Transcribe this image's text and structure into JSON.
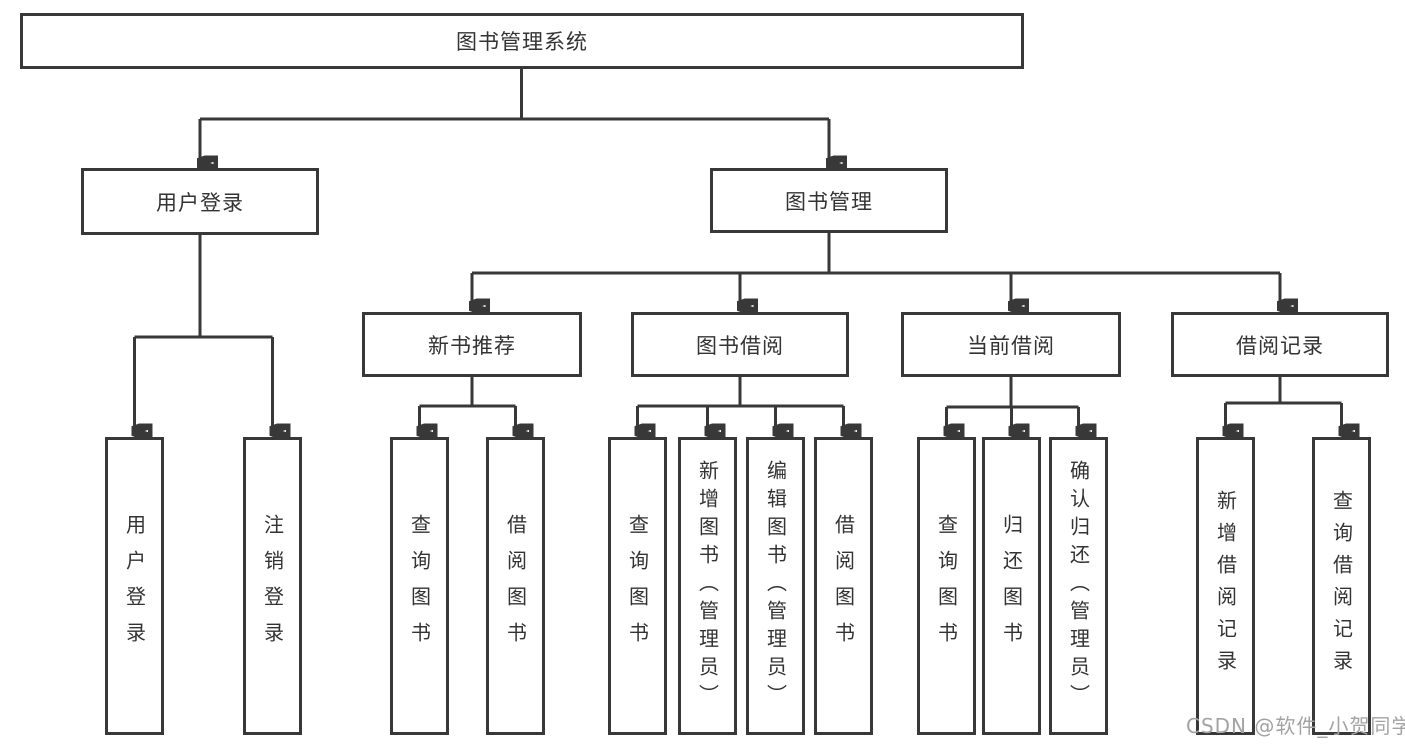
{
  "diagram": {
    "type": "hierarchy",
    "watermark": "CSDN @软件_小贺同学",
    "colors": {
      "background": "#ffffff",
      "box_border": "#383838",
      "line": "#383838",
      "text": "#333333",
      "watermark": "#a3a3a3"
    },
    "tree": {
      "label": "图书管理系统",
      "children": [
        {
          "label": "用户登录",
          "children": [
            {
              "label": "用户登录"
            },
            {
              "label": "注销登录"
            }
          ]
        },
        {
          "label": "图书管理",
          "children": [
            {
              "label": "新书推荐",
              "children": [
                {
                  "label": "查询图书"
                },
                {
                  "label": "借阅图书"
                }
              ]
            },
            {
              "label": "图书借阅",
              "children": [
                {
                  "label": "查询图书"
                },
                {
                  "label": "新增图书（管理员）"
                },
                {
                  "label": "编辑图书（管理员）"
                },
                {
                  "label": "借阅图书"
                }
              ]
            },
            {
              "label": "当前借阅",
              "children": [
                {
                  "label": "查询图书"
                },
                {
                  "label": "归还图书"
                },
                {
                  "label": "确认归还（管理员）"
                }
              ]
            },
            {
              "label": "借阅记录",
              "children": [
                {
                  "label": "新增借阅记录"
                },
                {
                  "label": "查询借阅记录"
                }
              ]
            }
          ]
        }
      ]
    }
  }
}
